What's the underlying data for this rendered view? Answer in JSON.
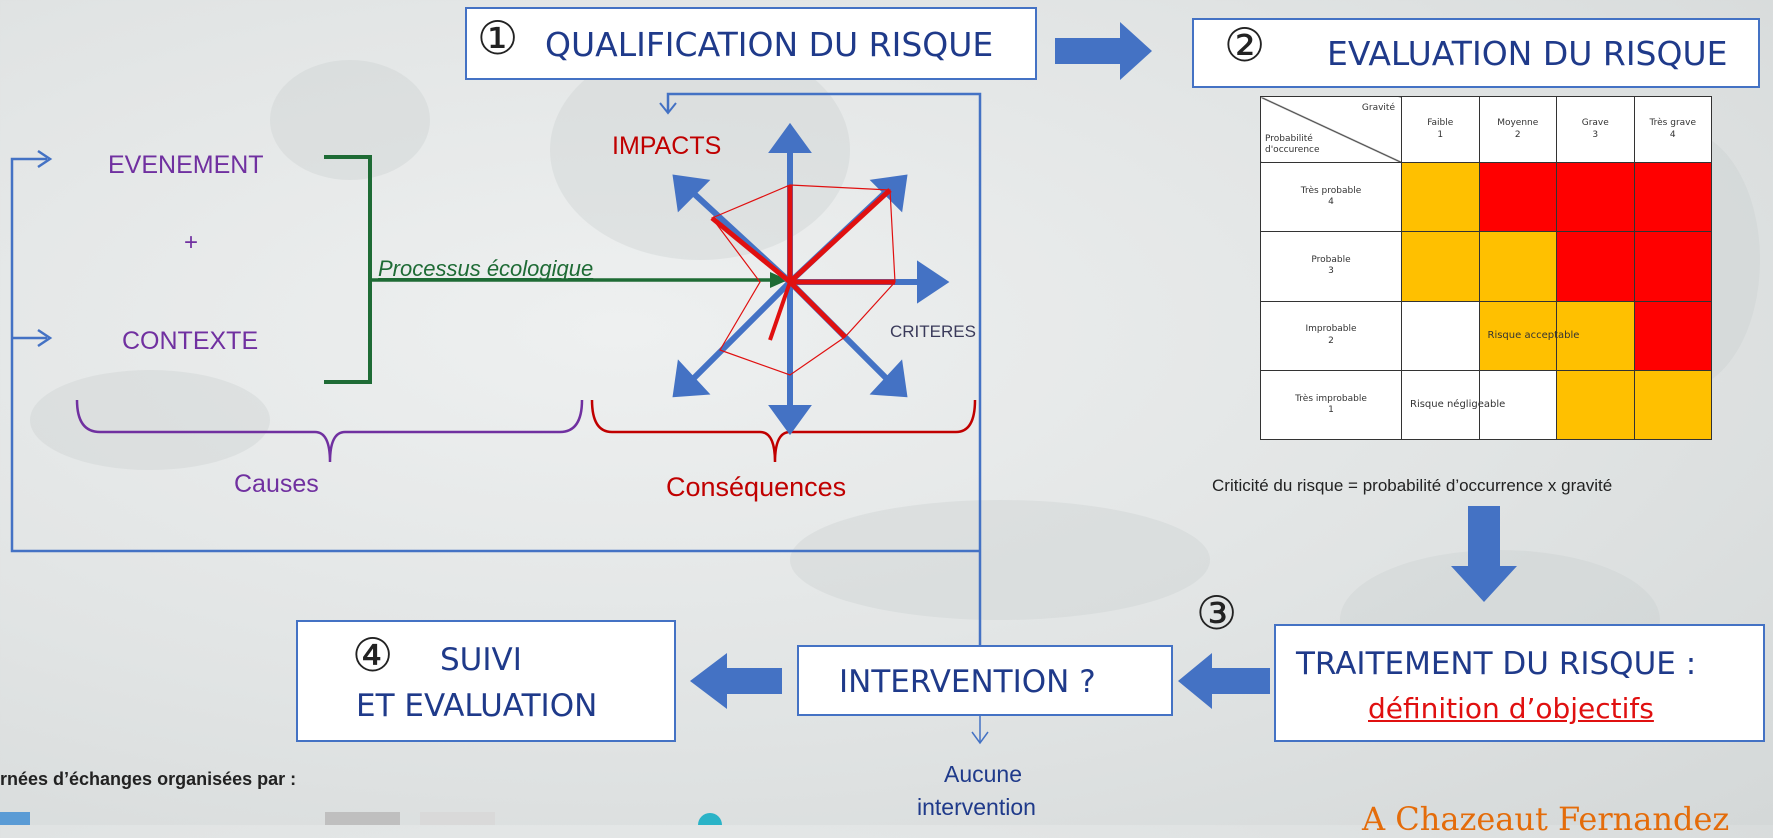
{
  "step1": {
    "num": "①",
    "label": "QUALIFICATION DU RISQUE"
  },
  "step2": {
    "num": "②",
    "label": "EVALUATION DU RISQUE"
  },
  "step3": {
    "num": "③",
    "label": "TRAITEMENT DU RISQUE :",
    "sublabel": "définition d’objectifs"
  },
  "step4": {
    "num": "④",
    "line1": "SUIVI",
    "line2": "ET EVALUATION"
  },
  "intervention": "INTERVENTION ?",
  "no_intervention": {
    "line1": "Aucune",
    "line2": "intervention"
  },
  "qualification": {
    "evenement": "EVENEMENT",
    "plus": "+",
    "contexte": "CONTEXTE",
    "processus": "Processus écologique",
    "impacts": "IMPACTS",
    "criteres": "CRITERES",
    "causes": "Causes",
    "consequences": "Conséquences"
  },
  "matrix": {
    "corner_top": "Gravité",
    "corner_bottom": "Probabilité d'occurence",
    "columns": [
      {
        "label": "Faible",
        "value": "1"
      },
      {
        "label": "Moyenne",
        "value": "2"
      },
      {
        "label": "Grave",
        "value": "3"
      },
      {
        "label": "Très grave",
        "value": "4"
      }
    ],
    "rows": [
      {
        "label": "Très probable",
        "value": "4",
        "cells": [
          "y",
          "r",
          "r",
          "r"
        ]
      },
      {
        "label": "Probable",
        "value": "3",
        "cells": [
          "y",
          "y",
          "r",
          "r"
        ]
      },
      {
        "label": "Improbable",
        "value": "2",
        "cells": [
          "w",
          "y",
          "y",
          "r"
        ]
      },
      {
        "label": "Très improbable",
        "value": "1",
        "cells": [
          "w",
          "w",
          "y",
          "y"
        ]
      }
    ],
    "acceptable_label": "Risque acceptable",
    "negligible_label": "Risque négligeable",
    "colors": {
      "y": "#ffc000",
      "r": "#ff0000",
      "w": "#ffffff"
    }
  },
  "formula": "Criticité du risque = probabilité d’occurrence x gravité",
  "footer_left": "rnées d’échanges organisées par :",
  "footer_right": "A Chazeaut Fernandez",
  "colors": {
    "box_border": "#4472c4",
    "arrow": "#4472c4",
    "purple": "#7030a0",
    "red": "#c00000",
    "green": "#1e6b35"
  }
}
